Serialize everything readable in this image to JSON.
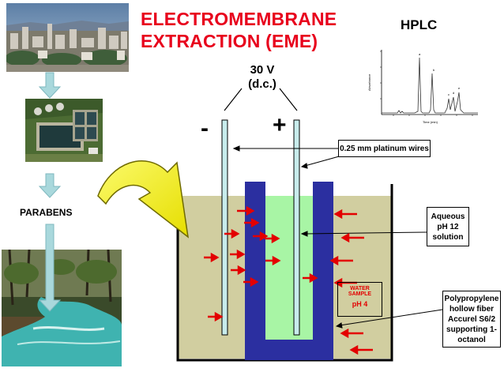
{
  "title_line1": "ELECTROMEMBRANE",
  "title_line2": "EXTRACTION (EME)",
  "hplc_label": "HPLC",
  "voltage_line1": "30 V",
  "voltage_line2": "(d.c.)",
  "minus_sign": "-",
  "plus_sign": "+",
  "parabens_label": "PARABENS",
  "callouts": {
    "wires": "0.25 mm platinum wires",
    "aqueous": "Aqueous pH  12 solution",
    "fiber": "Polypropylene hollow fiber Accurel S6/2 supporting 1-octanol"
  },
  "water_sample": {
    "line1": "WATER",
    "line2": "SAMPLE",
    "ph": "pH 4"
  },
  "chromatogram": {
    "x_axis_label": "Time (min)",
    "y_axis_label": "Absorbance",
    "peak_labels": [
      "a",
      "b",
      "c",
      "d",
      "e"
    ]
  },
  "colors": {
    "title_red": "#e8001c",
    "sample_olive": "#d1cea0",
    "fiber_blue": "#2b2fa0",
    "acceptor_green": "#a8f5a5",
    "electrode_cyan": "#c8ecec",
    "arrow_red": "#e30000",
    "big_arrow_yellow": "#f2ee00",
    "flow_arrow": "#a9d8dc"
  }
}
